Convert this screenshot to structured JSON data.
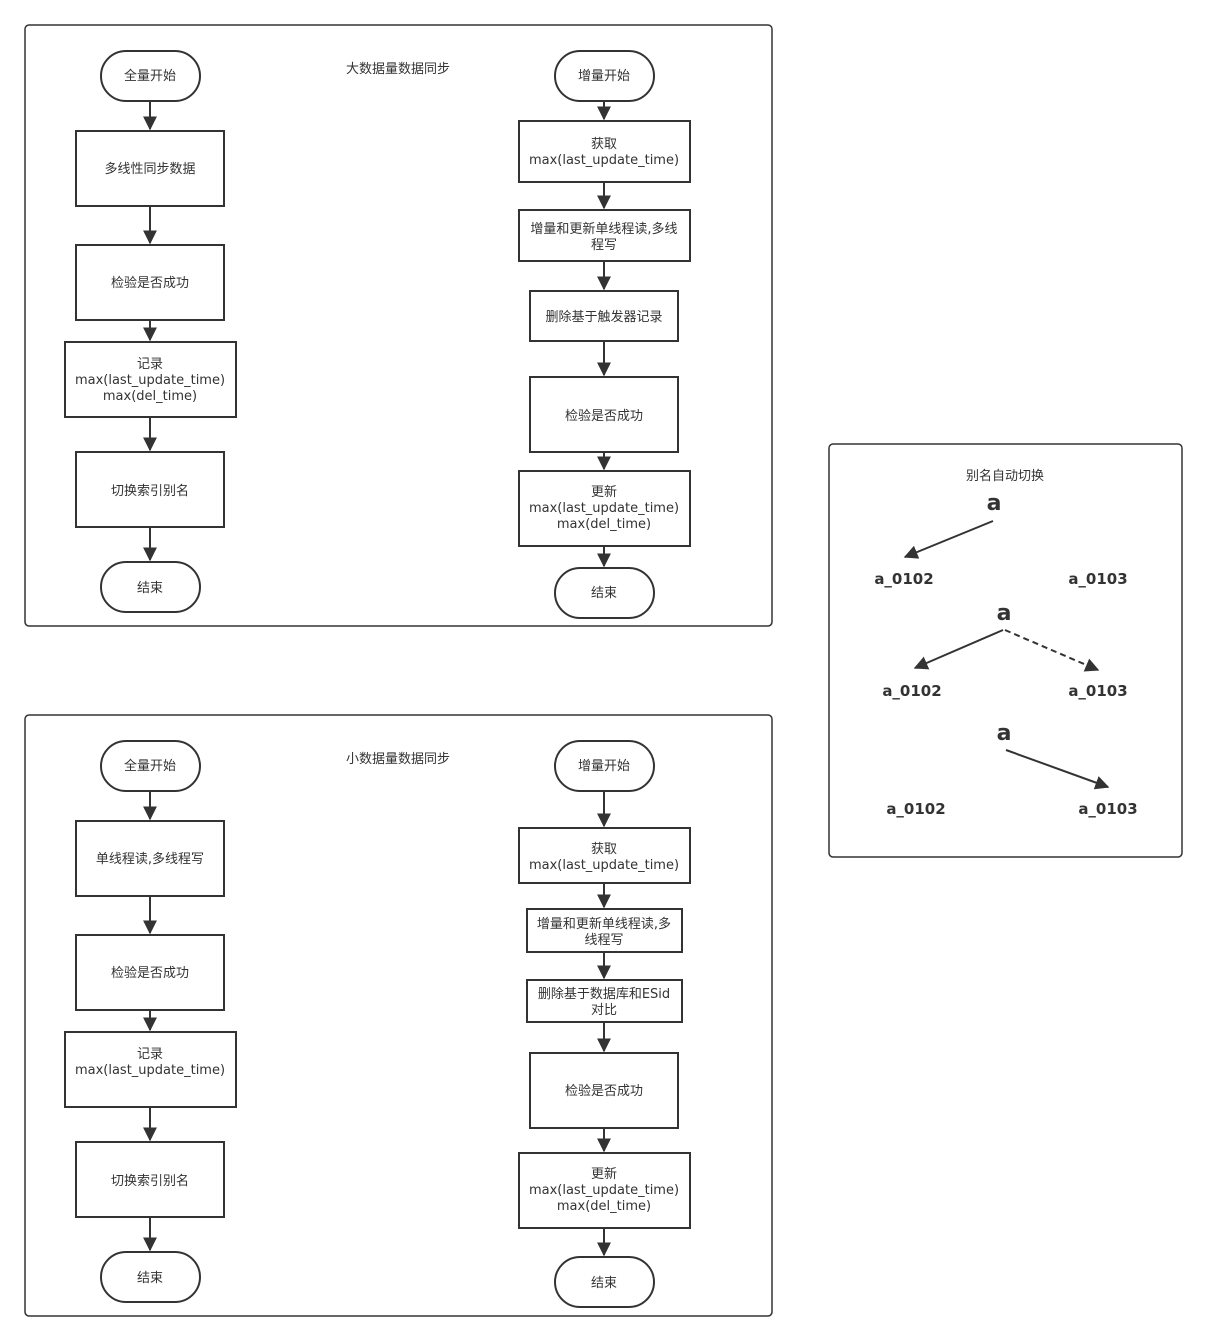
{
  "colors": {
    "stroke": "#333333",
    "text": "#333333",
    "background": "#ffffff"
  },
  "panels": {
    "large": {
      "title": "大数据量数据同步",
      "full": {
        "start": "全量开始",
        "step1": "多线性同步数据",
        "step2": "检验是否成功",
        "step3": [
          "记录",
          "max(last_update_time)",
          "max(del_time)"
        ],
        "step4": "切换索引别名",
        "end": "结束"
      },
      "incr": {
        "start": "增量开始",
        "step1": [
          "获取",
          "max(last_update_time)"
        ],
        "step2": [
          "增量和更新单线程读,多线",
          "程写"
        ],
        "step3": "删除基于触发器记录",
        "step4": "检验是否成功",
        "step5": [
          "更新",
          "max(last_update_time)",
          "max(del_time)"
        ],
        "end": "结束"
      }
    },
    "small": {
      "title": "小数据量数据同步",
      "full": {
        "start": "全量开始",
        "step1": "单线程读,多线程写",
        "step2": "检验是否成功",
        "step3": [
          "记录",
          "max(last_update_time)"
        ],
        "step4": "切换索引别名",
        "end": "结束"
      },
      "incr": {
        "start": "增量开始",
        "step1": [
          "获取",
          "max(last_update_time)"
        ],
        "step2": [
          "增量和更新单线程读,多",
          "线程写"
        ],
        "step3": [
          "删除基于数据库和ESid",
          "对比"
        ],
        "step4": "检验是否成功",
        "step5": [
          "更新",
          "max(last_update_time)",
          "max(del_time)"
        ],
        "end": "结束"
      }
    },
    "alias": {
      "title": "别名自动切换",
      "stages": [
        {
          "alias": "a",
          "left": "a_0102",
          "right": "a_0103"
        },
        {
          "alias": "a",
          "left": "a_0102",
          "right": "a_0103"
        },
        {
          "alias": "a",
          "left": "a_0102",
          "right": "a_0103"
        }
      ]
    }
  }
}
